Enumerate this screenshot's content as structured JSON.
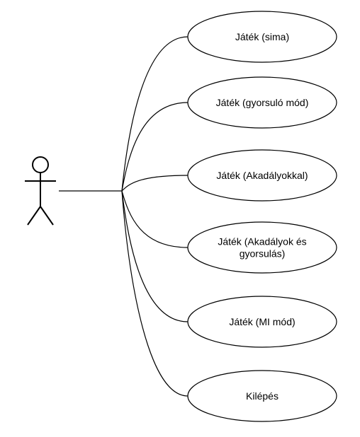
{
  "diagram": {
    "type": "use-case",
    "actor": {
      "name": ""
    },
    "use_cases": [
      {
        "lines": [
          "Játék (sima)"
        ]
      },
      {
        "lines": [
          "Játék (gyorsuló mód)"
        ]
      },
      {
        "lines": [
          "Játék (Akadályokkal)"
        ]
      },
      {
        "lines": [
          "Játék (Akadályok és",
          "gyorsulás)"
        ]
      },
      {
        "lines": [
          "Játék (MI mód)"
        ]
      },
      {
        "lines": [
          "Kilépés"
        ]
      }
    ]
  },
  "colors": {
    "stroke": "#000000",
    "fill": "#ffffff",
    "text": "#000000"
  }
}
